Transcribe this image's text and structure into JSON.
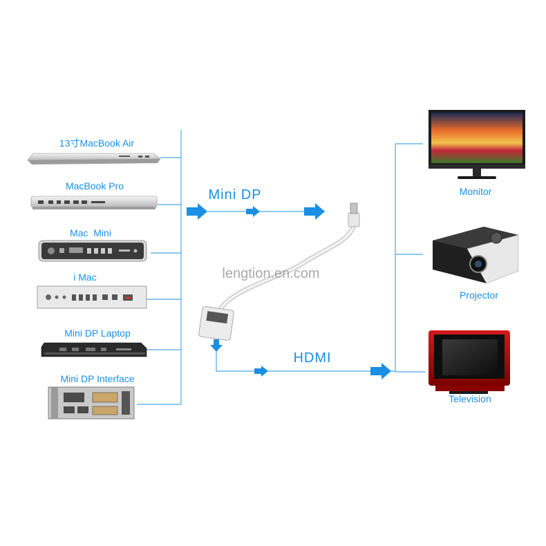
{
  "colors": {
    "accent": "#1a8fe3",
    "line": "#4aa6e8",
    "text": "#1a8fe3"
  },
  "watermark": "lengtion.en.com",
  "sources": [
    {
      "label": "13寸MacBook Air",
      "icon": "laptop-air-icon"
    },
    {
      "label": "MacBook Pro",
      "icon": "laptop-pro-icon"
    },
    {
      "label": "Mac  Mini",
      "icon": "mac-mini-icon"
    },
    {
      "label": "i Mac",
      "icon": "imac-ports-icon"
    },
    {
      "label": "Mini DP Laptop",
      "icon": "black-laptop-icon"
    },
    {
      "label": "Mini DP Interface",
      "icon": "graphics-card-icon"
    }
  ],
  "signals": {
    "input": "Mini DP",
    "output": "HDMI"
  },
  "cable": {
    "icon": "minidp-to-hdmi-cable-icon"
  },
  "destinations": [
    {
      "label": "Monitor",
      "icon": "monitor-icon"
    },
    {
      "label": "Projector",
      "icon": "projector-icon"
    },
    {
      "label": "Television",
      "icon": "television-icon"
    }
  ]
}
